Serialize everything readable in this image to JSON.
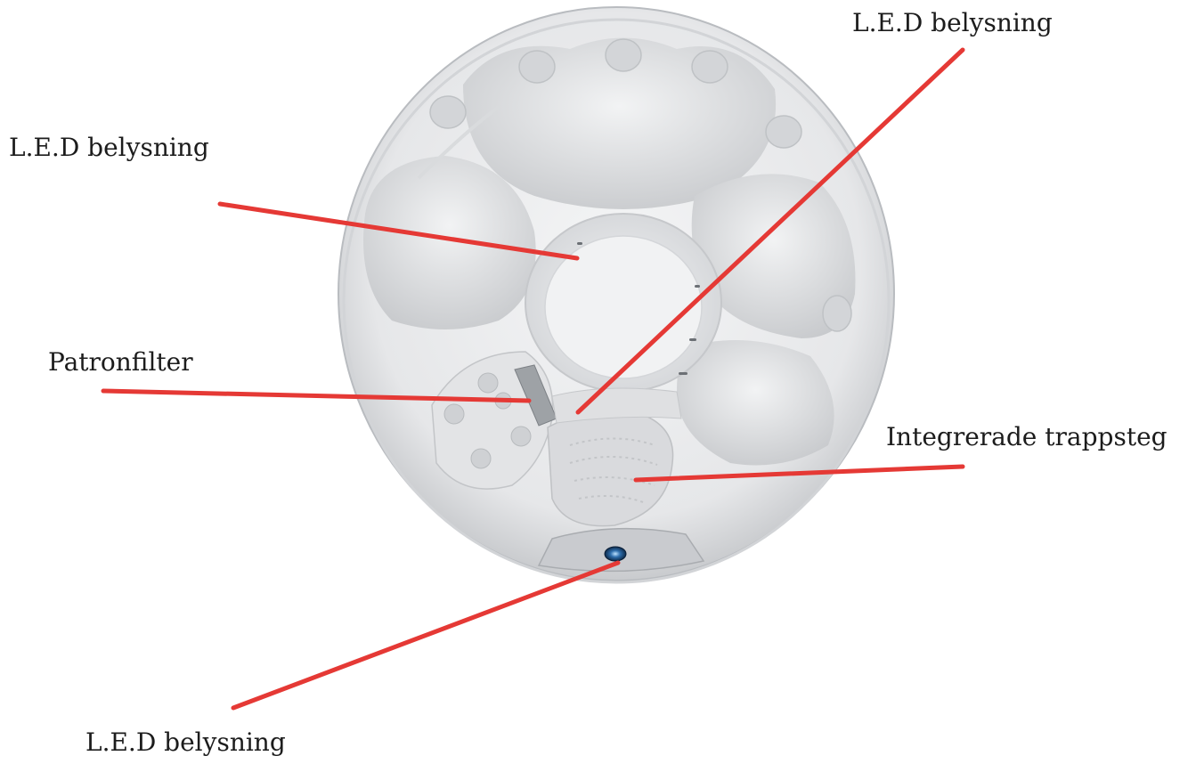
{
  "diagram": {
    "subject": "spa-tub-top-view",
    "callout_color": "#e53935",
    "tub_color": "#e9eaec",
    "callouts": [
      {
        "id": "led-top-right",
        "label": "L.E.D belysning"
      },
      {
        "id": "led-top-left",
        "label": "L.E.D belysning"
      },
      {
        "id": "filter",
        "label": "Patronfilter"
      },
      {
        "id": "steps",
        "label": "Integrerade trappsteg"
      },
      {
        "id": "led-bottom",
        "label": "L.E.D belysning"
      }
    ]
  }
}
